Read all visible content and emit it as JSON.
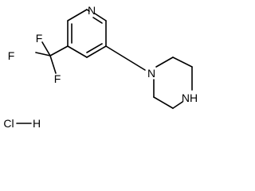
{
  "molecule": {
    "atoms": {
      "pyridine_n": "N",
      "piperazine_n": "N",
      "piperazine_nh": "NH",
      "fluorine_top": "F",
      "fluorine_left": "F",
      "fluorine_bottom": "F",
      "salt_cl": "Cl",
      "salt_h": "H"
    }
  }
}
